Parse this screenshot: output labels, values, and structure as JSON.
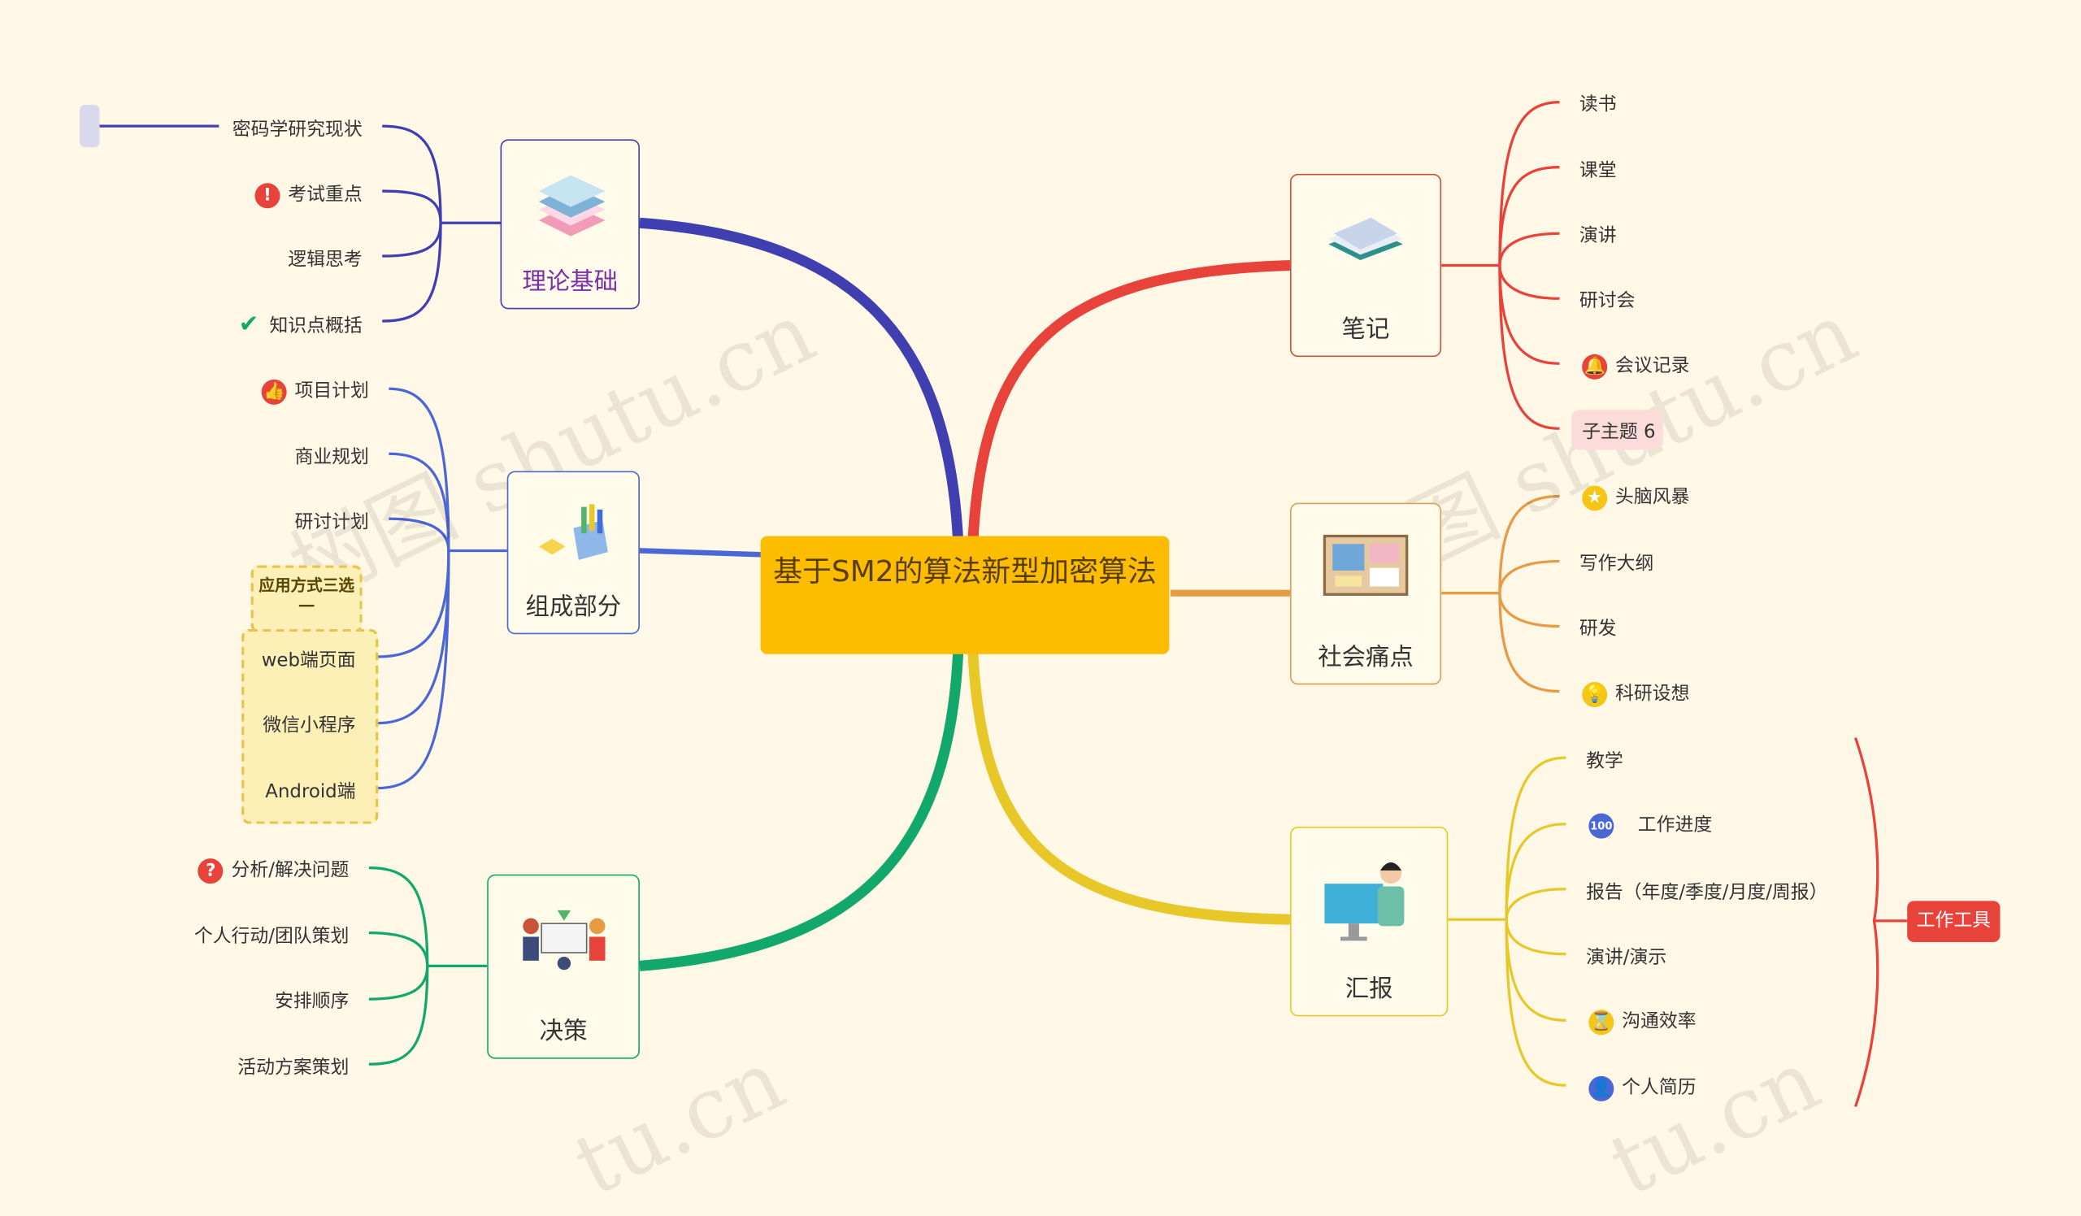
{
  "center": {
    "title": "基于SM2的算法新型加密算法"
  },
  "branches": {
    "theory": {
      "label": "理论基础",
      "color": "#3f3fb0",
      "items": [
        "密码学研究现状",
        "考试重点",
        "逻辑思考",
        "知识点概括"
      ]
    },
    "parts": {
      "label": "组成部分",
      "color": "#4b67d6",
      "items": [
        "项目计划",
        "商业规划",
        "研讨计划",
        "web端页面",
        "微信小程序",
        "Android端"
      ],
      "group_title": "应用方式三选一"
    },
    "decision": {
      "label": "决策",
      "color": "#13a86b",
      "items": [
        "分析/解决问题",
        "个人行动/团队策划",
        "安排顺序",
        "活动方案策划"
      ]
    },
    "notes": {
      "label": "笔记",
      "color": "#e8433b",
      "items": [
        "读书",
        "课堂",
        "演讲",
        "研讨会",
        "会议记录",
        "子主题 6"
      ]
    },
    "pain": {
      "label": "社会痛点",
      "color": "#e89b45",
      "items": [
        "头脑风暴",
        "写作大纲",
        "研发",
        "科研设想"
      ]
    },
    "report": {
      "label": "汇报",
      "color": "#e8c829",
      "items": [
        "教学",
        "工作进度",
        "报告（年度/季度/月度/周报）",
        "演讲/演示",
        "沟通效率",
        "个人简历"
      ],
      "summary": "工作工具"
    }
  },
  "badges": {
    "exclaim": "!",
    "question": "?",
    "hundred": "100"
  },
  "watermark": "树图 shutu.cn",
  "watermark_tail": "tu.cn",
  "icons": {
    "theory": "books-icon",
    "parts": "stationery-icon",
    "decision": "team-icon",
    "notes": "notebook-icon",
    "pain": "corkboard-icon",
    "report": "presenter-icon"
  }
}
